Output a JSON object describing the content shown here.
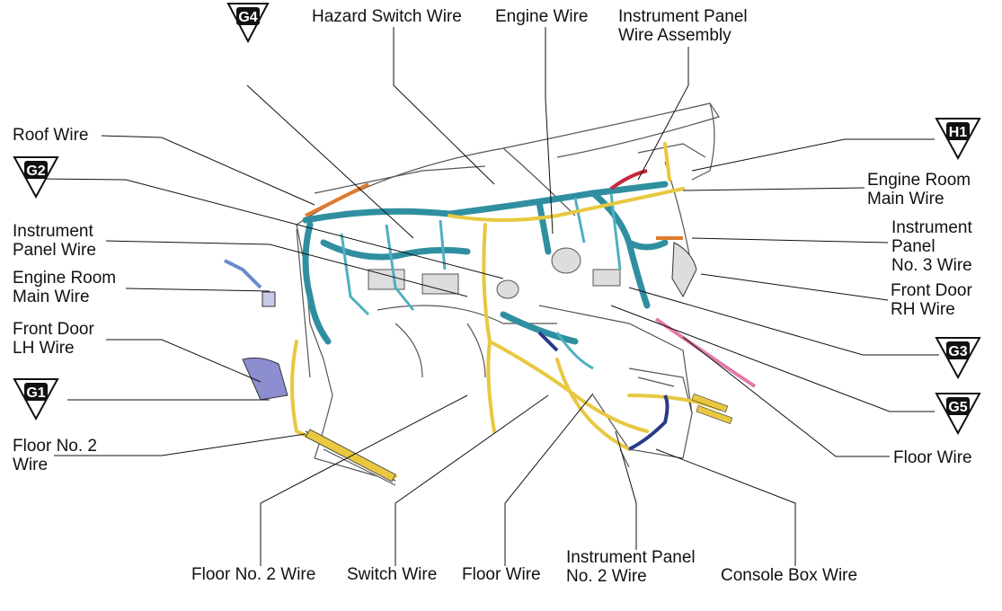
{
  "labels": {
    "hazard_switch_wire": "Hazard Switch Wire",
    "engine_wire": "Engine Wire",
    "instrument_panel_wire_assembly": "Instrument Panel\nWire Assembly",
    "roof_wire": "Roof Wire",
    "engine_room_main_wire_right": "Engine Room\nMain Wire",
    "instrument_panel_wire": "Instrument\nPanel Wire",
    "instrument_panel_no3_wire": "Instrument\nPanel\nNo. 3 Wire",
    "engine_room_main_wire_left": "Engine Room\nMain Wire",
    "front_door_rh_wire": "Front Door\nRH Wire",
    "front_door_lh_wire": "Front Door\nLH Wire",
    "floor_no2_wire_left": "Floor No. 2\nWire",
    "floor_wire_right": "Floor Wire",
    "floor_no2_wire_bottom": "Floor No. 2 Wire",
    "switch_wire": "Switch Wire",
    "floor_wire_bottom": "Floor Wire",
    "instrument_panel_no2_wire": "Instrument Panel\nNo. 2 Wire",
    "console_box_wire": "Console Box Wire"
  },
  "ground_points": {
    "g4": "G4",
    "g2": "G2",
    "g1": "G1",
    "h1": "H1",
    "g3": "G3",
    "g5": "G5"
  },
  "colors": {
    "wire_teal": "#2f8fa0",
    "wire_yellow": "#e8c840",
    "wire_pink": "#e07aa8",
    "wire_navy": "#2a3a8a",
    "wire_orange": "#e07a2a",
    "wire_red": "#c8283a",
    "door_lavender": "#8c8ed0",
    "line_art": "#444444"
  }
}
